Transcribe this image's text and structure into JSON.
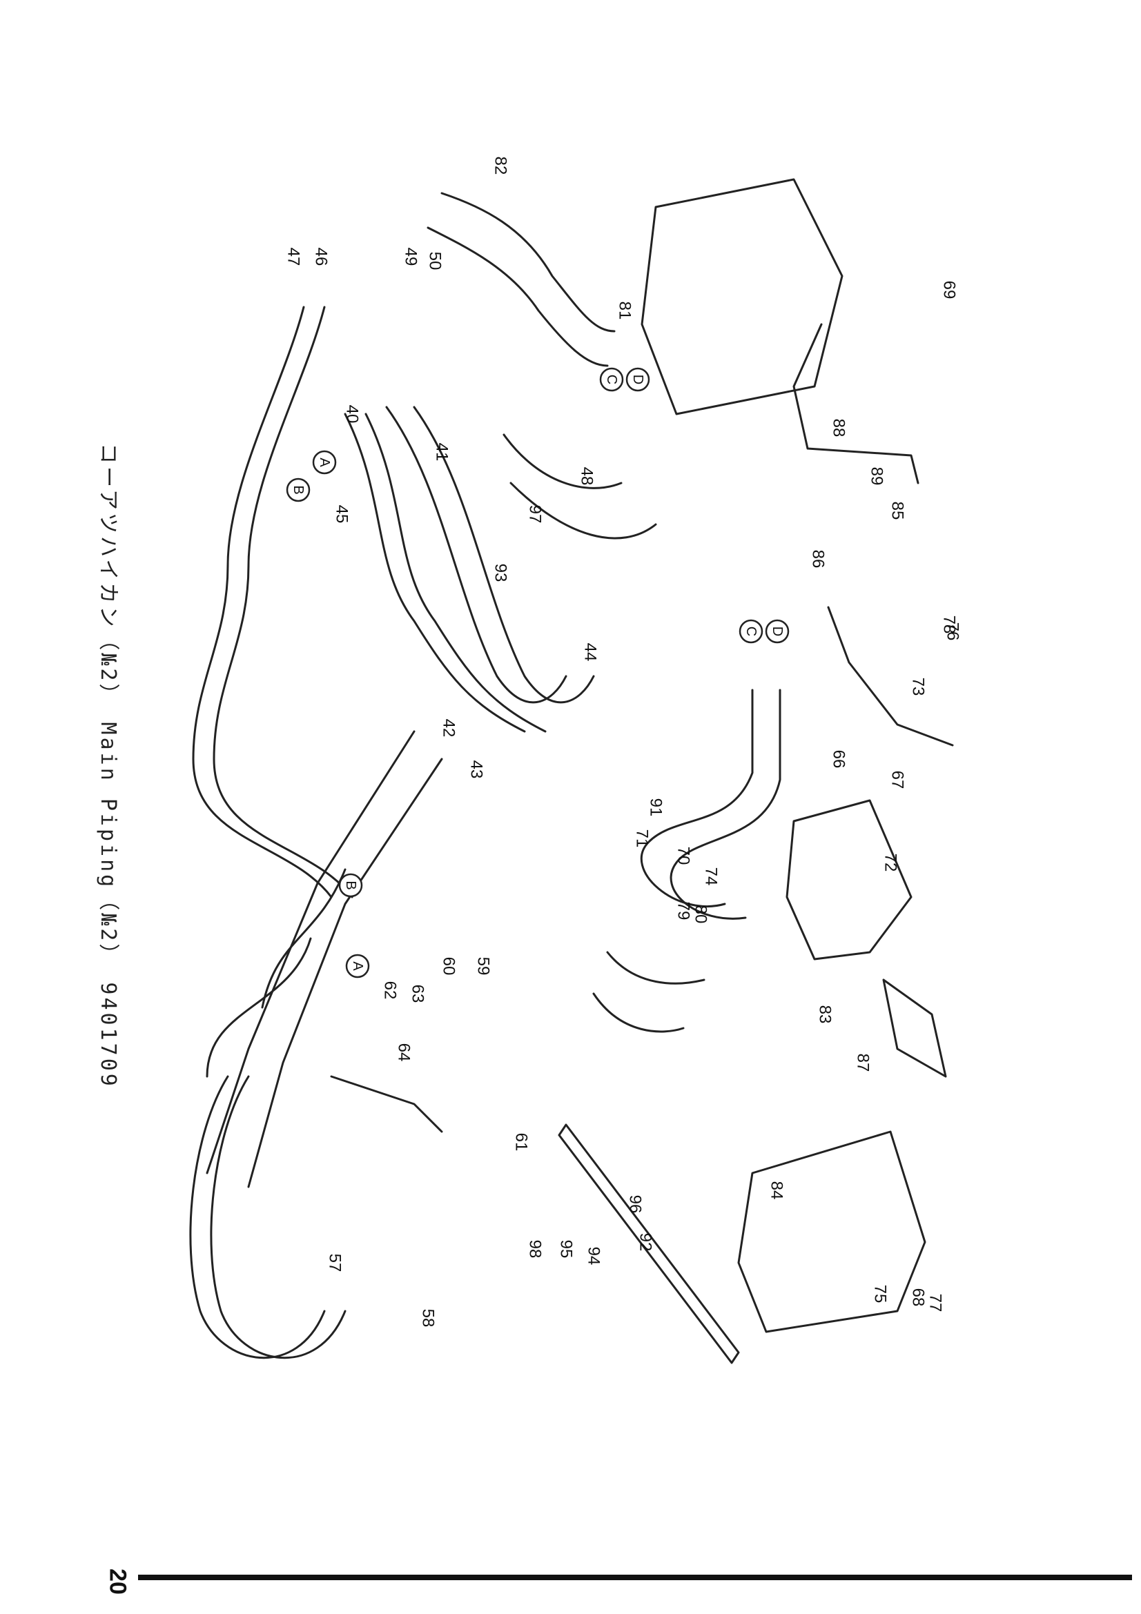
{
  "header": {
    "title_line": "コーアツハイカン（№2） Main Piping（№2） 9401709"
  },
  "page": {
    "number": "20"
  },
  "diagram": {
    "callout_circles": [
      "A",
      "B",
      "C",
      "D"
    ],
    "part_numbers": [
      "40",
      "41",
      "42",
      "43",
      "44",
      "45",
      "46",
      "47",
      "48",
      "49",
      "50",
      "57",
      "58",
      "59",
      "60",
      "61",
      "62",
      "63",
      "64",
      "66",
      "67",
      "68",
      "69",
      "70",
      "71",
      "72",
      "73",
      "74",
      "75",
      "76",
      "77",
      "78",
      "79",
      "80",
      "81",
      "82",
      "83",
      "84",
      "85",
      "86",
      "87",
      "88",
      "89",
      "91",
      "92",
      "93",
      "94",
      "95",
      "96",
      "97",
      "98"
    ]
  }
}
